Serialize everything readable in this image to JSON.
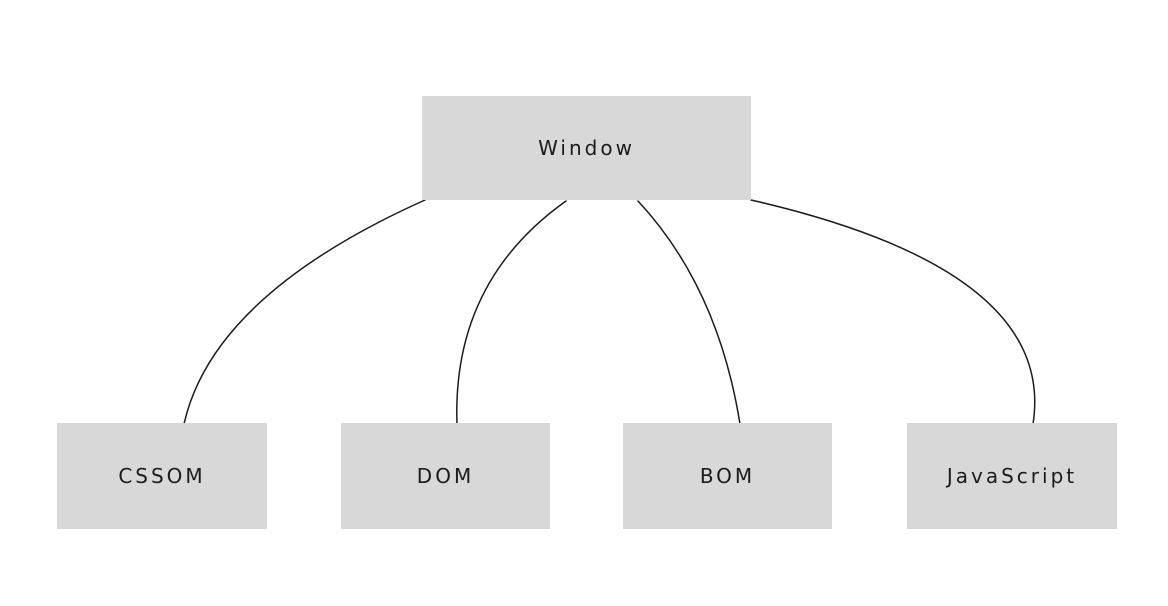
{
  "diagram": {
    "nodes": [
      {
        "id": "window",
        "label": "Window"
      },
      {
        "id": "cssom",
        "label": "CSSOM"
      },
      {
        "id": "dom",
        "label": "DOM"
      },
      {
        "id": "bom",
        "label": "BOM"
      },
      {
        "id": "javascript",
        "label": "JavaScript"
      }
    ],
    "edges": [
      {
        "from": "window",
        "to": "cssom"
      },
      {
        "from": "window",
        "to": "dom"
      },
      {
        "from": "window",
        "to": "bom"
      },
      {
        "from": "window",
        "to": "javascript"
      }
    ],
    "colors": {
      "node_fill": "#d8d8d8",
      "edge_stroke": "#1b1b1b",
      "text": "#1b1b1b",
      "background": "#ffffff"
    }
  }
}
